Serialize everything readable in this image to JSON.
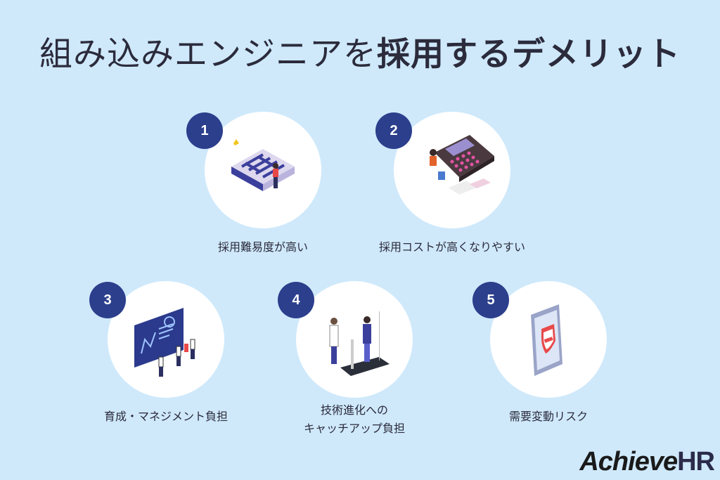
{
  "title": {
    "regular": "組み込みエンジニアを",
    "bold": "採用するデメリット"
  },
  "items": [
    {
      "number": "1",
      "label": "採用難易度が高い",
      "icon": "maze-icon"
    },
    {
      "number": "2",
      "label": "採用コストが高くなりやすい",
      "icon": "calculator-icon"
    },
    {
      "number": "3",
      "label": "育成・マネジメント負担",
      "icon": "presentation-board-icon"
    },
    {
      "number": "4",
      "label_line1": "技術進化への",
      "label_line2": "キャッチアップ負担",
      "icon": "treadmill-icon"
    },
    {
      "number": "5",
      "label": "需要変動リスク",
      "icon": "phone-shield-icon"
    }
  ],
  "logo": {
    "text_main": "Achieve",
    "text_accent": "HR"
  },
  "colors": {
    "background": "#cfe9fb",
    "badge": "#2b3f8c",
    "text": "#2b2b3c"
  }
}
